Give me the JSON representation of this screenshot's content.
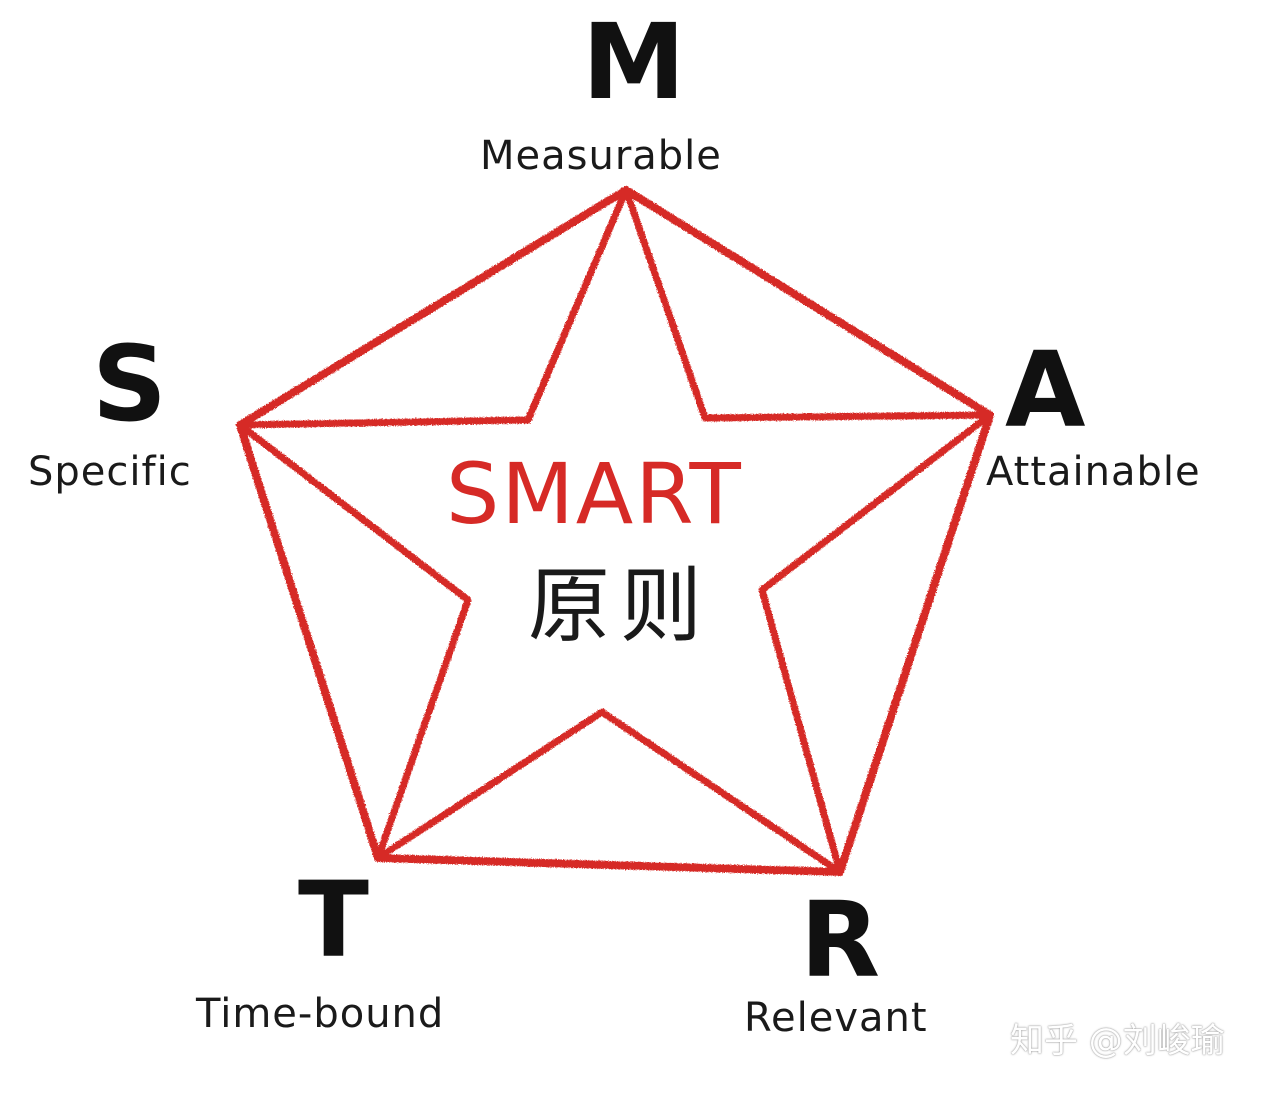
{
  "colors": {
    "star_red": "#d62a26",
    "ink": "#1a1a1a",
    "background": "#ffffff"
  },
  "principles": {
    "top": {
      "letter": "M",
      "word": "Measurable"
    },
    "left": {
      "letter": "S",
      "word": "Specific"
    },
    "right": {
      "letter": "A",
      "word": "Attainable"
    },
    "bottom_left": {
      "letter": "T",
      "word": "Time-bound"
    },
    "bottom_right": {
      "letter": "R",
      "word": "Relevant"
    }
  },
  "center": {
    "title": "SMART",
    "subtitle": "原则"
  },
  "watermark": "知乎 @刘峻瑜"
}
